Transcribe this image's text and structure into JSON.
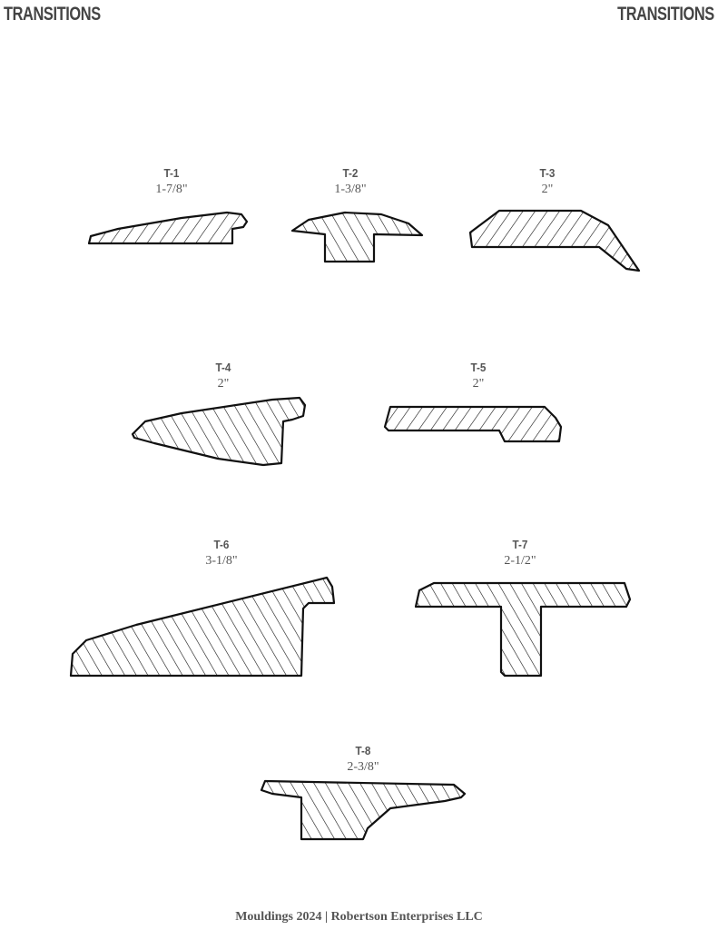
{
  "header": {
    "left_title": "TRANSITIONS",
    "right_title": "TRANSITIONS"
  },
  "profiles": [
    {
      "code": "T-1",
      "size": "1-7/8\""
    },
    {
      "code": "T-2",
      "size": "1-3/8\""
    },
    {
      "code": "T-3",
      "size": "2\""
    },
    {
      "code": "T-4",
      "size": "2\""
    },
    {
      "code": "T-5",
      "size": "2\""
    },
    {
      "code": "T-6",
      "size": "3-1/8\""
    },
    {
      "code": "T-7",
      "size": "2-1/2\""
    },
    {
      "code": "T-8",
      "size": "2-3/8\""
    }
  ],
  "footer": {
    "text": "Mouldings 2024 | Robertson Enterprises LLC"
  }
}
